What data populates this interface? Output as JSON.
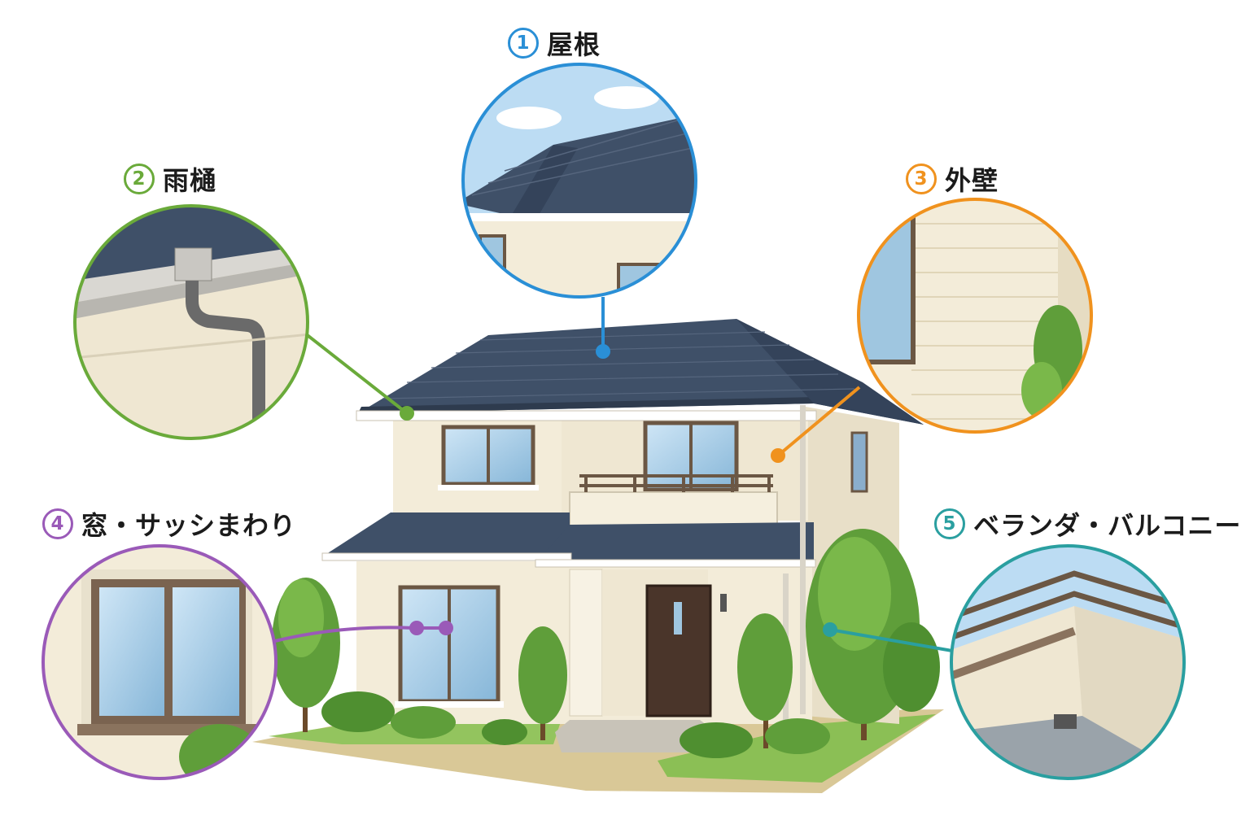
{
  "labels": [
    {
      "id": "roof",
      "number": "1",
      "text": "屋根",
      "color": "#2a8fd6"
    },
    {
      "id": "gutter",
      "number": "2",
      "text": "雨樋",
      "color": "#6aaa3a"
    },
    {
      "id": "wall",
      "number": "3",
      "text": "外壁",
      "color": "#f0921e"
    },
    {
      "id": "window",
      "number": "4",
      "text": "窓・サッシまわり",
      "color": "#9a5ab8"
    },
    {
      "id": "veranda",
      "number": "5",
      "text": "ベランダ・バルコニー",
      "color": "#2a9fa0"
    }
  ],
  "palette": {
    "roof": "#3f5068",
    "roof_dark": "#2e3b4e",
    "wall": "#f3ecd9",
    "wall_shade": "#e2d9c2",
    "trim": "#ffffff",
    "frame": "#6b5744",
    "glass": "#9fc6e0",
    "door": "#4a352a",
    "tree": "#5f9e3a",
    "tree_dark": "#3d7a2a",
    "ground": "#d8c79a",
    "lawn": "#8fc25a",
    "sky": "#bcdcf3"
  },
  "icons": [
    "house-illustration",
    "roof-zoom",
    "gutter-zoom",
    "wall-zoom",
    "window-zoom",
    "veranda-zoom"
  ]
}
